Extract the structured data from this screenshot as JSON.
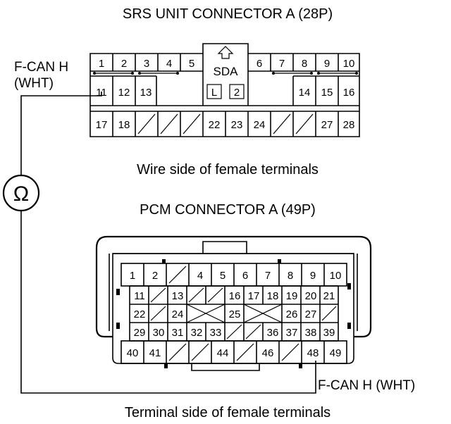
{
  "srs": {
    "title": "SRS UNIT CONNECTOR A (28P)",
    "caption": "Wire side of female terminals",
    "sda_label": "SDA",
    "sda_l": "L",
    "sda_2": "2",
    "row1": [
      "1",
      "2",
      "3",
      "4",
      "5",
      "6",
      "7",
      "8",
      "9",
      "10"
    ],
    "row2": [
      "11",
      "12",
      "13",
      "14",
      "15",
      "16"
    ],
    "row3": [
      "17",
      "18",
      "22",
      "23",
      "24",
      "27",
      "28"
    ]
  },
  "pcm": {
    "title": "PCM CONNECTOR A (49P)",
    "caption": "Terminal side of female terminals",
    "row1": [
      "1",
      "2",
      "4",
      "5",
      "6",
      "7",
      "8",
      "9",
      "10"
    ],
    "row2": [
      "11",
      "13",
      "16",
      "17",
      "18",
      "19",
      "20",
      "21"
    ],
    "row3": [
      "22",
      "24",
      "25",
      "26",
      "27"
    ],
    "row4": [
      "29",
      "30",
      "31",
      "32",
      "33",
      "36",
      "37",
      "38",
      "39"
    ],
    "row5": [
      "40",
      "41",
      "44",
      "46",
      "48",
      "49"
    ]
  },
  "wire": {
    "label_left_1": "F-CAN H",
    "label_left_2": "(WHT)",
    "label_right": "F-CAN H (WHT)",
    "meter_symbol": "Ω"
  }
}
